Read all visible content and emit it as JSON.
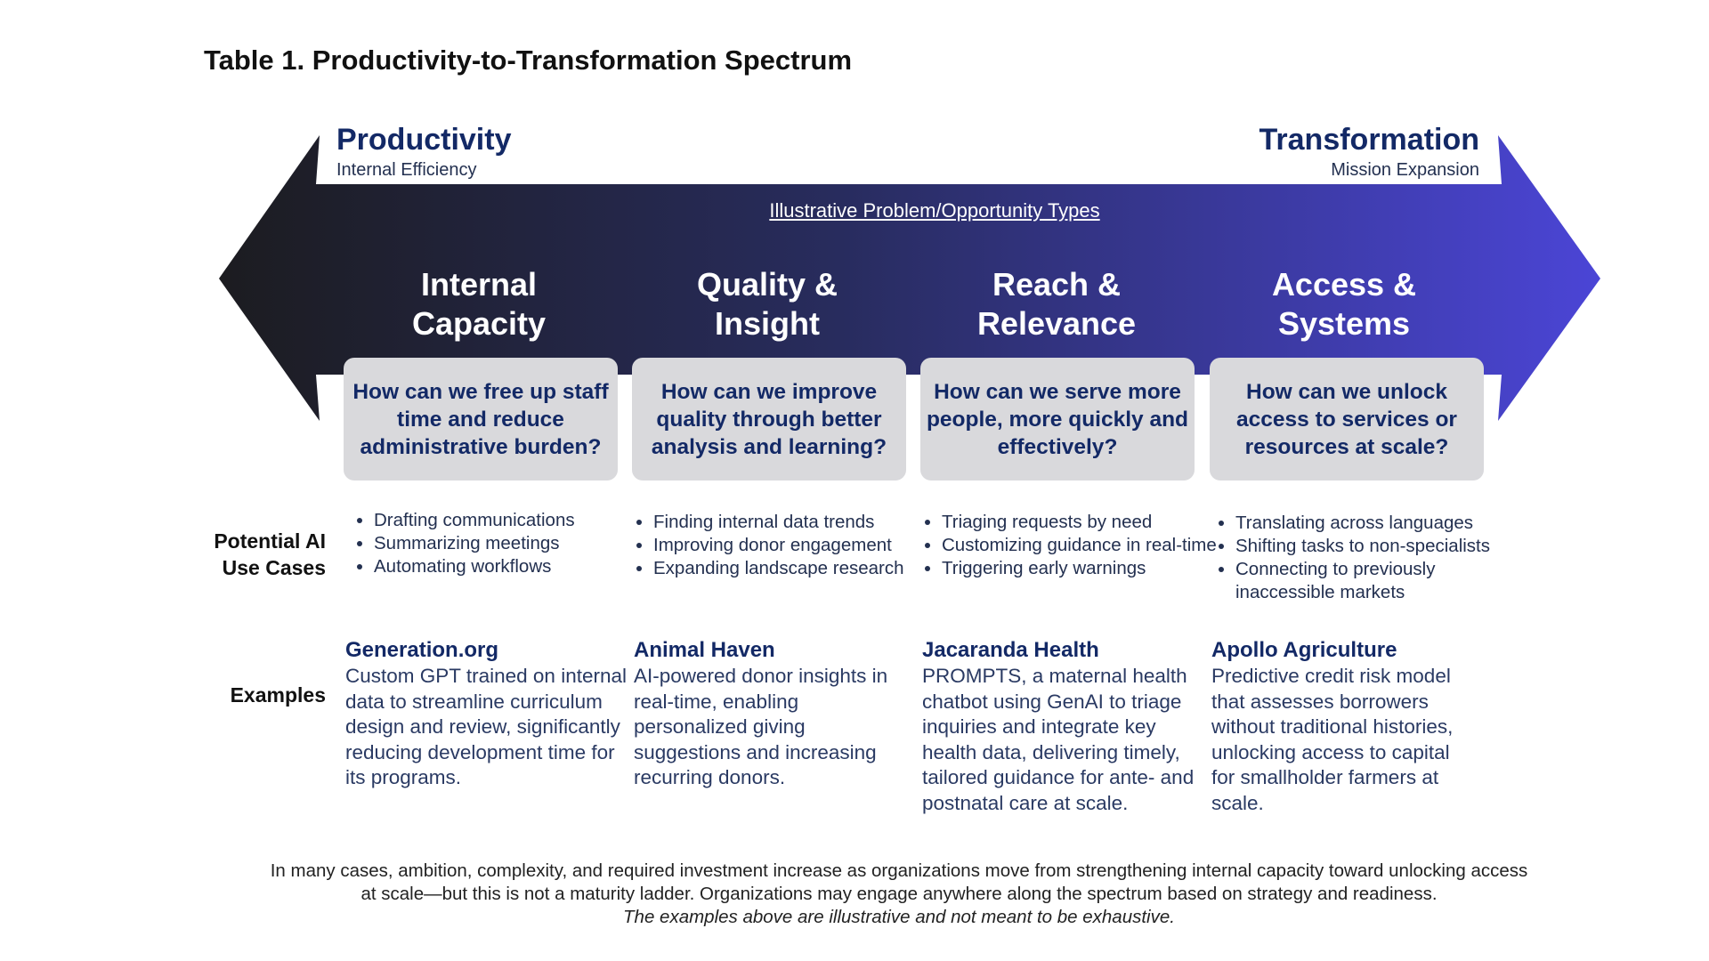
{
  "title": "Table 1. Productivity-to-Transformation Spectrum",
  "spectrum": {
    "left_head": "Productivity",
    "left_sub": "Internal Efficiency",
    "right_head": "Transformation",
    "right_sub": "Mission Expansion",
    "band_label": "Illustrative Problem/Opportunity Types",
    "colors": {
      "arrow_start": "#1c1c20",
      "arrow_mid": "#282c5e",
      "arrow_end": "#4b45d6",
      "question_box": "#d9d9dc",
      "navy_text": "#132966"
    }
  },
  "columns": [
    {
      "title": "Internal\nCapacity",
      "question": "How can we free up staff time and reduce administrative burden?",
      "use_cases": [
        "Drafting communications",
        "Summarizing meetings",
        "Automating workflows"
      ],
      "example_org": "Generation.org",
      "example_desc": "Custom GPT trained on internal data to streamline curriculum design and review, significantly reducing development time for its programs."
    },
    {
      "title": "Quality &\nInsight",
      "question": "How can we improve quality through better analysis and learning?",
      "use_cases": [
        "Finding internal data trends",
        "Improving donor engagement",
        "Expanding landscape research"
      ],
      "example_org": "Animal Haven",
      "example_desc": "AI-powered donor insights in real-time, enabling personalized giving suggestions and increasing recurring donors."
    },
    {
      "title": "Reach &\nRelevance",
      "question": "How can we serve more people, more quickly and effectively?",
      "use_cases": [
        "Triaging requests by need",
        "Customizing guidance in real-time",
        "Triggering early warnings"
      ],
      "example_org": "Jacaranda Health",
      "example_desc": "PROMPTS, a maternal health chatbot using GenAI to triage inquiries and integrate key health data, delivering timely, tailored guidance for ante- and postnatal care at scale."
    },
    {
      "title": "Access &\nSystems",
      "question": "How can we unlock access to services or resources at scale?",
      "use_cases": [
        "Translating across languages",
        "Shifting tasks to non-specialists",
        "Connecting to previously inaccessible markets"
      ],
      "example_org": "Apollo Agriculture",
      "example_desc": "Predictive credit risk model that assesses borrowers without traditional histories, unlocking access to capital for smallholder farmers at scale."
    }
  ],
  "row_labels": {
    "use_cases": "Potential AI\nUse Cases",
    "examples": "Examples"
  },
  "footnote": {
    "line1": "In many cases, ambition, complexity, and required investment increase as organizations move from strengthening internal capacity toward unlocking access at scale—but this is not a maturity ladder. Organizations may engage anywhere along the spectrum based on strategy and readiness.",
    "italic": "The examples above are illustrative and not meant to be exhaustive."
  }
}
